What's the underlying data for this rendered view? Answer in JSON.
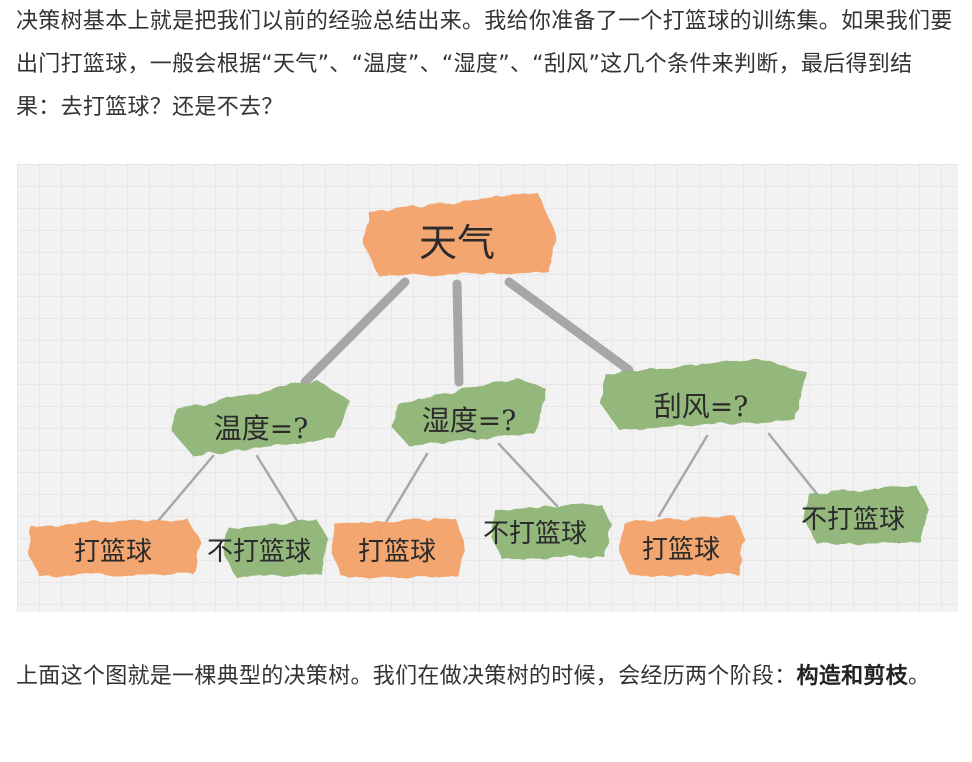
{
  "intro_text": "决策树基本上就是把我们以前的经验总结出来。我给你准备了一个打篮球的训练集。如果我们要出门打篮球，一般会根据“天气”、“温度”、“湿度”、“刮风”这几个条件来判断，最后得到结果：去打篮球？还是不去？",
  "figure": {
    "root": "天气",
    "branches": [
      {
        "label": "温度=?",
        "left_leaf": "打篮球",
        "right_leaf": "不打篮球"
      },
      {
        "label": "湿度=?",
        "left_leaf": "打篮球",
        "right_leaf": "不打篮球"
      },
      {
        "label": "刮风=?",
        "left_leaf": "打篮球",
        "right_leaf": "不打篮球"
      }
    ],
    "colors": {
      "orange": "#f4a26a",
      "green": "#8fb576",
      "grid_bg": "#f2f2f2",
      "grid_line": "#dcdcdc",
      "connector": "#9a9a9a"
    }
  },
  "outro": {
    "text": "上面这个图就是一棵典型的决策树。我们在做决策树的时候，会经历两个阶段：",
    "bold": "构造和剪枝",
    "end": "。"
  }
}
